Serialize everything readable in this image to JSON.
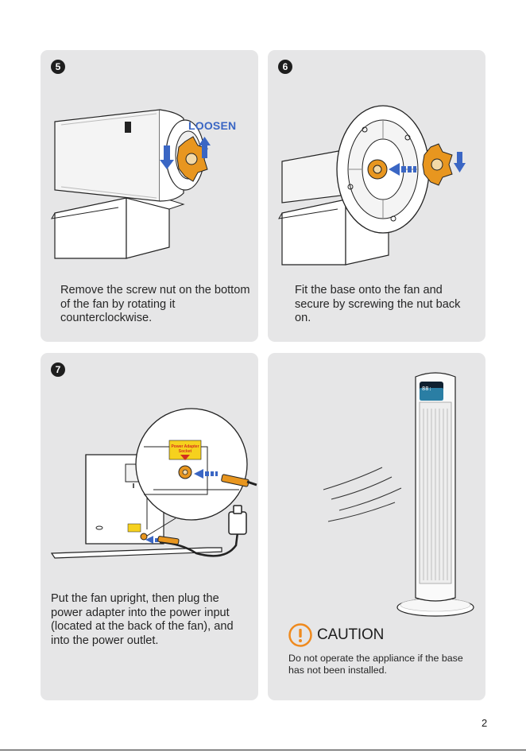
{
  "steps": [
    {
      "number": "5",
      "text": "Remove the screw nut on the bottom of the fan by rotating it counterclockwise.",
      "callout": "LOOSEN"
    },
    {
      "number": "6",
      "text": "Fit the base onto the fan and secure by screwing the nut back on."
    },
    {
      "number": "7",
      "text": "Put the fan upright, then plug the power adapter into the power input (located at the back of the fan), and into the power outlet.",
      "callout": "Power Adapter Socket"
    }
  ],
  "caution": {
    "title": "CAUTION",
    "text": "Do not operate the appliance if the base has not been installed."
  },
  "page_number": "2",
  "colors": {
    "panel_background": "#e6e6e7",
    "accent_blue": "#3a66c4",
    "accent_orange": "#e8961f",
    "caution_orange": "#ef8a1e",
    "label_yellow": "#f6d11e"
  },
  "icons": [
    "step-number-icon",
    "rotate-arrow-icon",
    "screw-nut-icon",
    "insert-arrow-icon",
    "plug-icon",
    "warning-icon",
    "tower-fan-icon"
  ]
}
